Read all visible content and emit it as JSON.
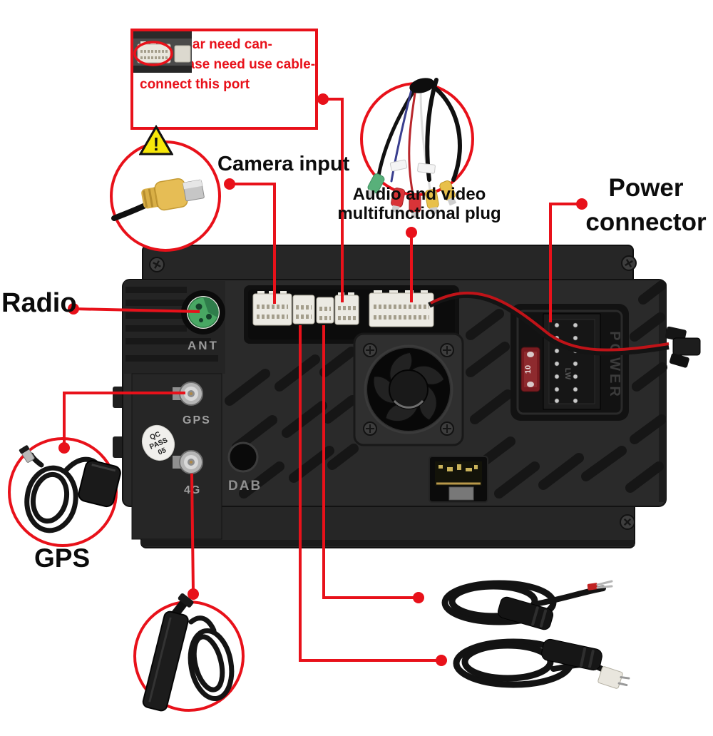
{
  "colors": {
    "accent_red": "#e8111a",
    "warning_yellow": "#f7e70a",
    "label_black": "#0c0c0c",
    "ant_green": "#48a763",
    "rca_yellow": "#e6bd55",
    "device_body": "#2a2a2a"
  },
  "warning_box": {
    "lines": [
      "If your car need can-",
      "bus,please need use cable-",
      "connect this port"
    ],
    "exclamation": "!"
  },
  "callouts": {
    "camera": {
      "label": "Camera input"
    },
    "audio_video": {
      "label_line1": "Audio and video",
      "label_line2": "multifunctional plug"
    },
    "power": {
      "label_line1": "Power",
      "label_line2": "connector"
    },
    "radio": {
      "label": "Radio"
    },
    "gps": {
      "label": "GPS"
    }
  },
  "device": {
    "ant_port_label": "ANT",
    "gps_port_label": "GPS",
    "lte_port_label": "4G",
    "dab_port_label": "DAB",
    "qc_sticker_lines": [
      "QC",
      "PASS",
      "05"
    ],
    "power_embossed_label": "POWER",
    "fuse_label": "10",
    "pin_block_label": "LW"
  }
}
